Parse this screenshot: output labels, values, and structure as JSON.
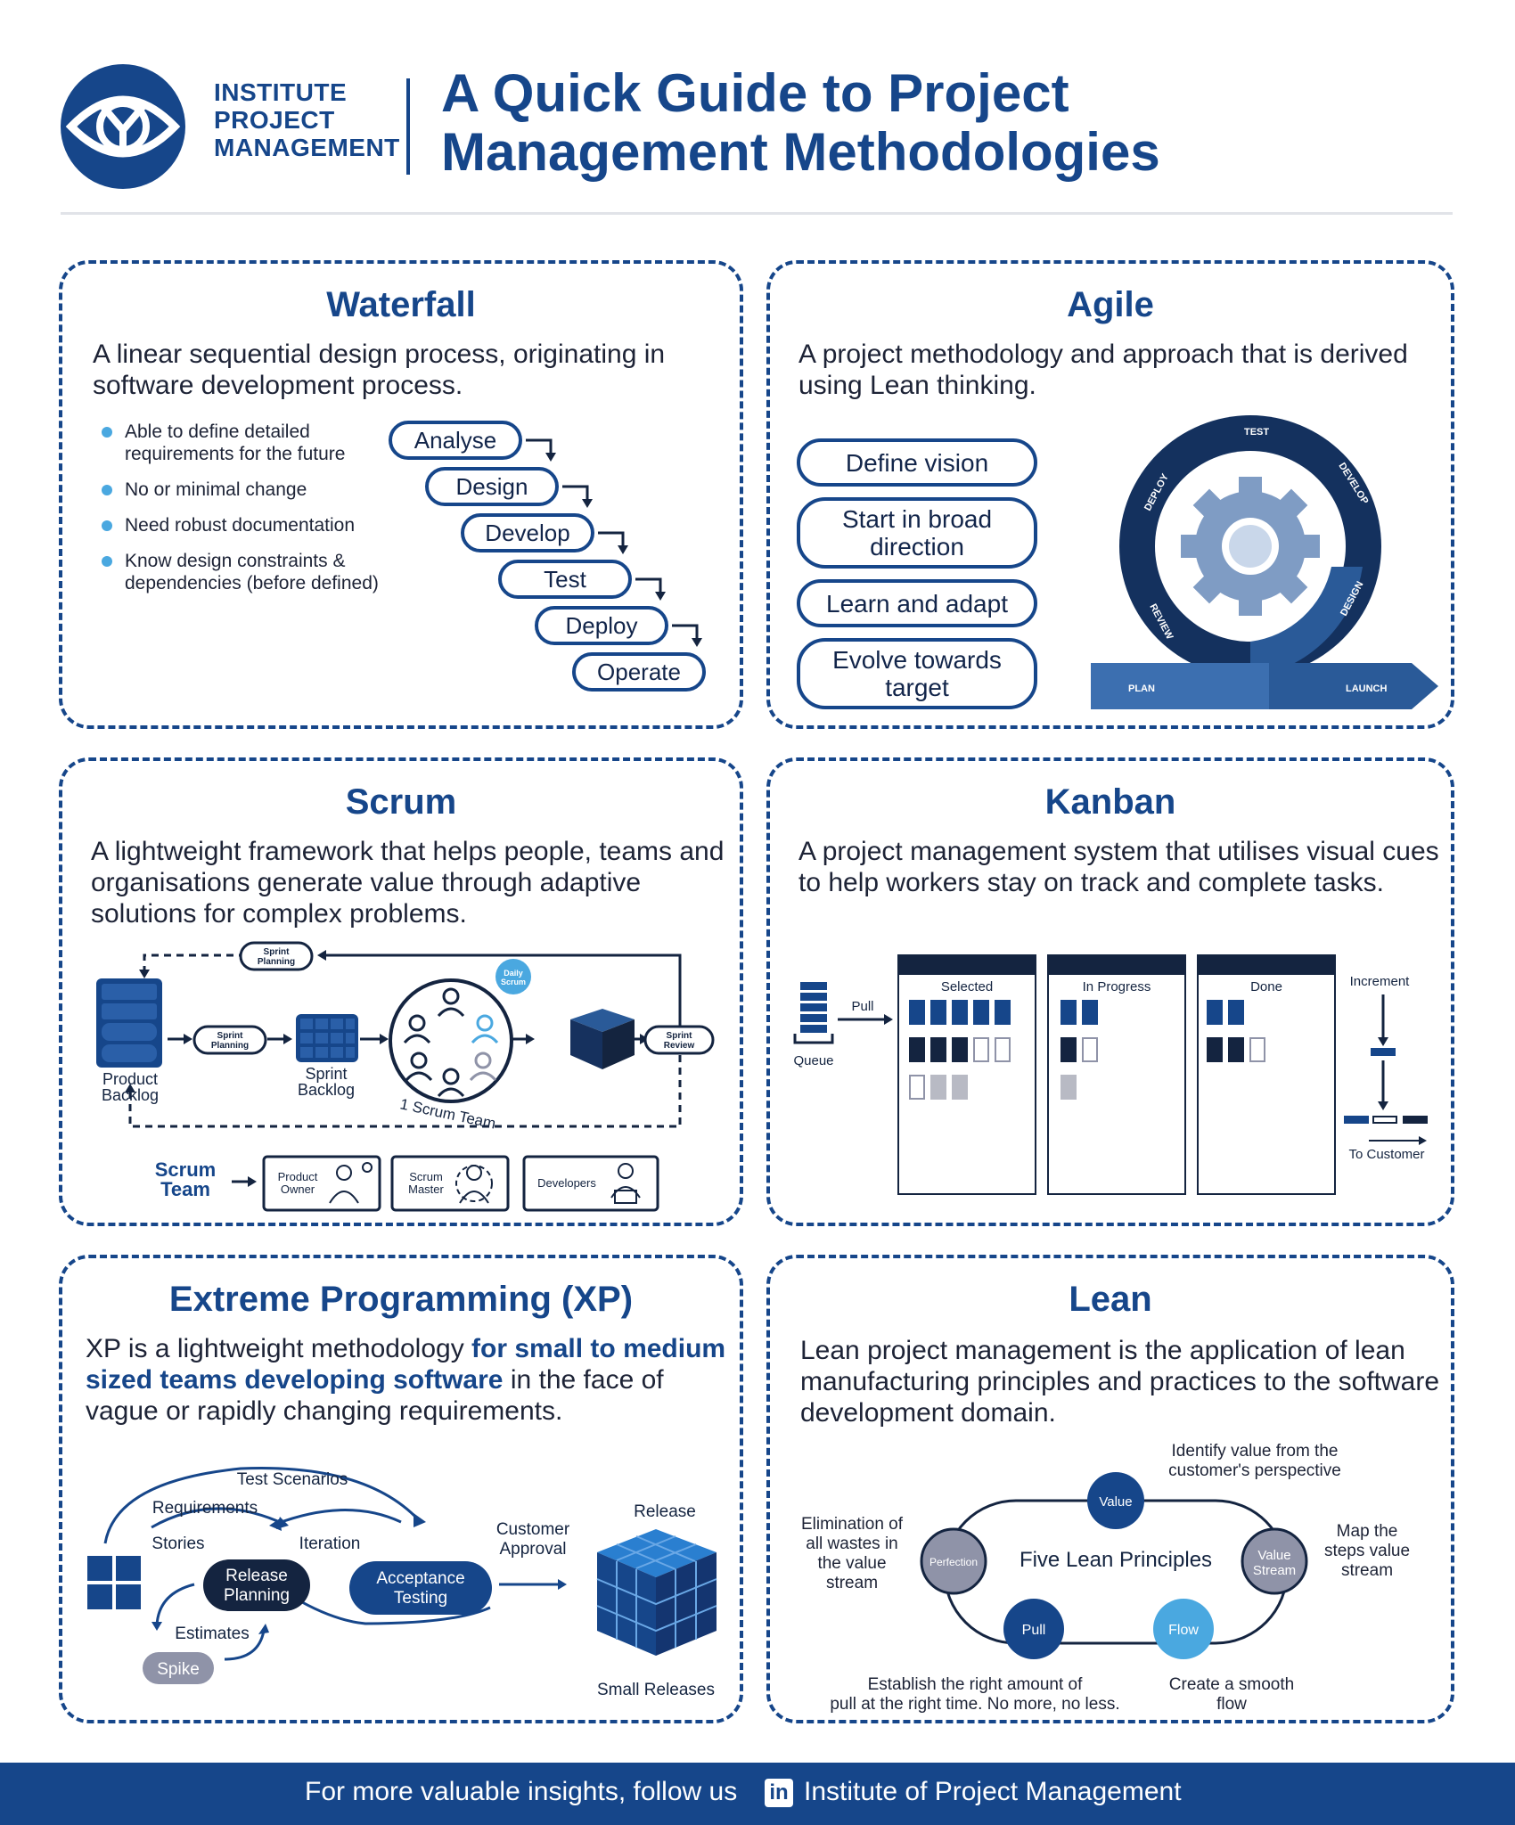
{
  "header": {
    "logo_lines": [
      "INSTITUTE",
      "PROJECT",
      "MANAGEMENT"
    ],
    "title_line1": "A Quick Guide to Project",
    "title_line2": "Management Methodologies"
  },
  "waterfall": {
    "title": "Waterfall",
    "description": "A linear sequential design process, originating in software development process.",
    "bullets": [
      "Able to define detailed requirements for the future",
      "No or minimal change",
      "Need robust documentation",
      "Know design constraints & dependencies (before defined)"
    ],
    "steps": [
      "Analyse",
      "Design",
      "Develop",
      "Test",
      "Deploy",
      "Operate"
    ]
  },
  "agile": {
    "title": "Agile",
    "description": "A project methodology and approach that is derived using Lean thinking.",
    "pills": [
      "Define vision",
      "Start in broad direction",
      "Learn and adapt",
      "Evolve towards target"
    ],
    "cycle_labels": [
      "TEST",
      "DEVELOP",
      "DESIGN",
      "REVIEW",
      "DEPLOY"
    ],
    "arrow_labels": {
      "start": "PLAN",
      "end": "LAUNCH"
    }
  },
  "scrum": {
    "title": "Scrum",
    "description": "A lightweight framework that helps people, teams and organisations generate value through adaptive solutions for complex problems.",
    "sprint_planning": "Sprint Planning",
    "sprint_planning_line1": "Sprint",
    "sprint_planning_line2": "Planning",
    "sprint_review_line1": "Sprint",
    "sprint_review_line2": "Review",
    "daily_scrum_line1": "Daily",
    "daily_scrum_line2": "Scrum",
    "product_backlog_line1": "Product",
    "product_backlog_line2": "Backlog",
    "sprint_backlog_line1": "Sprint",
    "sprint_backlog_line2": "Backlog",
    "scrum_team_arc": "1 Scrum Team",
    "team_label_line1": "Scrum",
    "team_label_line2": "Team",
    "roles": [
      {
        "line1": "Product",
        "line2": "Owner"
      },
      {
        "line1": "Scrum",
        "line2": "Master"
      },
      {
        "line1": "Developers",
        "line2": ""
      }
    ]
  },
  "kanban": {
    "title": "Kanban",
    "description": "A project management system that utilises visual cues to help workers stay on track and complete tasks.",
    "queue": "Queue",
    "pull": "Pull",
    "columns": [
      "Selected",
      "In Progress",
      "Done"
    ],
    "increment": "Increment",
    "to_customer": "To Customer"
  },
  "xp": {
    "title": "Extreme Programming (XP)",
    "desc_part1": "XP is a lightweight methodology ",
    "desc_highlight": "for small to medium sized teams developing software",
    "desc_part2": " in the face of vague or rapidly changing requirements.",
    "test_scenarios": "Test Scenarios",
    "requirements": "Requirements",
    "stories": "Stories",
    "iteration": "Iteration",
    "release_planning_line1": "Release",
    "release_planning_line2": "Planning",
    "acceptance_line1": "Acceptance",
    "acceptance_line2": "Testing",
    "customer_line1": "Customer",
    "customer_line2": "Approval",
    "estimates": "Estimates",
    "spike": "Spike",
    "release": "Release",
    "small_releases": "Small Releases"
  },
  "lean": {
    "title": "Lean",
    "description": "Lean project management is the application of lean manufacturing principles and practices to the software development domain.",
    "center": "Five Lean Principles",
    "nodes": {
      "value": "Value",
      "value_stream_line1": "Value",
      "value_stream_line2": "Stream",
      "flow": "Flow",
      "pull": "Pull",
      "perfection": "Perfection"
    },
    "notes": {
      "value_line1": "Identify value from the",
      "value_line2": "customer's perspective",
      "stream_line1": "Map the",
      "stream_line2": "steps value",
      "stream_line3": "stream",
      "flow_line1": "Create a smooth",
      "flow_line2": "flow",
      "pull_line1": "Establish the right amount of",
      "pull_line2": "pull at the right time. No more, no less.",
      "perf_line1": "Elimination of",
      "perf_line2": "all wastes in",
      "perf_line3": "the value",
      "perf_line4": "stream"
    }
  },
  "footer": {
    "text": "For more valuable insights, follow us",
    "icon": "in",
    "brand": "Institute of Project Management"
  },
  "colors": {
    "navy": "#16468a",
    "dark": "#142440",
    "light_blue": "#4aa8e0",
    "steel": "#7f9cc4",
    "gray": "#8f93a8"
  }
}
